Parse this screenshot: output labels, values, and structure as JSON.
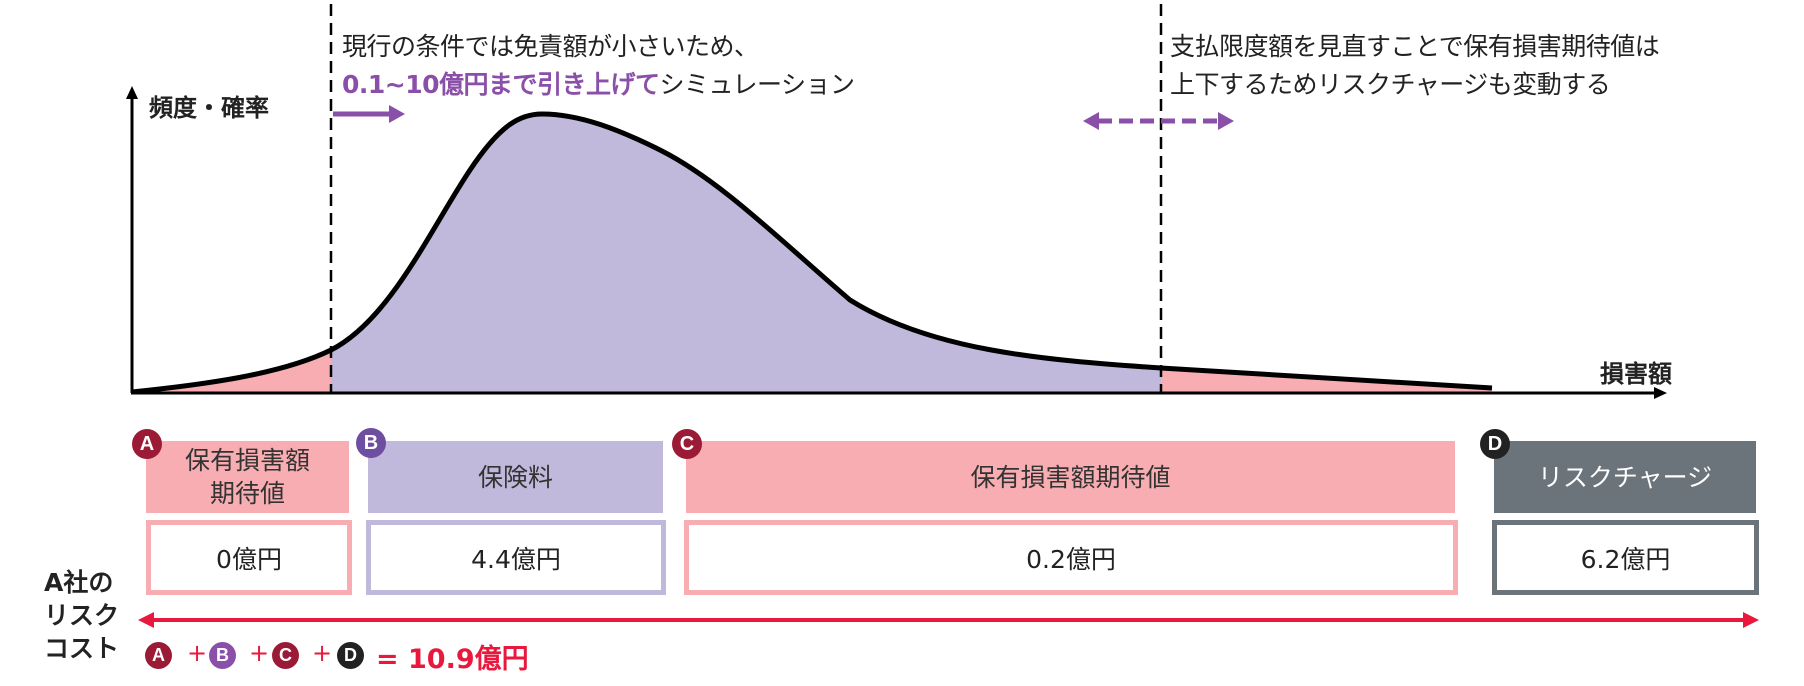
{
  "chart_data": {
    "type": "area",
    "title": "",
    "xlabel": "損害額",
    "ylabel": "頻度・確率",
    "description": "Right-skewed loss distribution curve split by deductible (left dashed line) and payment limit (right dashed line)",
    "regions": [
      {
        "name": "保有損害額期待値 (below deductible)",
        "color": "#f7adb2",
        "x_range": [
          "0",
          "deductible"
        ]
      },
      {
        "name": "保険料 (insured layer)",
        "color": "#c0b9db",
        "x_range": [
          "deductible",
          "limit"
        ]
      },
      {
        "name": "保有損害額期待値 (above limit)",
        "color": "#f7adb2",
        "x_range": [
          "limit",
          "tail"
        ]
      }
    ],
    "markers": [
      {
        "name": "deductible",
        "style": "dashed",
        "annotation": "現行の条件では免責額が小さいため、0.1~10億円まで引き上げてシミュレーション"
      },
      {
        "name": "limit",
        "style": "dashed",
        "annotation": "支払限度額を見直すことで保有損害期待値は上下するためリスクチャージも変動する"
      }
    ],
    "grid": false
  },
  "annotations": {
    "left": {
      "line1": "現行の条件では免責額が小さいため、",
      "line2_highlight": "0.1~10億円まで引き上げて",
      "line2_rest": "シミュレーション"
    },
    "right": {
      "line1": "支払限度額を見直すことで保有損害期待値は",
      "line2": "上下するためリスクチャージも変動する"
    }
  },
  "axes": {
    "y_label": "頻度・確率",
    "x_label": "損害額"
  },
  "components": [
    {
      "badge": "A",
      "badge_color": "#9b1b36",
      "header_line1": "保有損害額",
      "header_line2": "期待値",
      "header_color": "#f7adb2",
      "value": "0億円"
    },
    {
      "badge": "B",
      "badge_color": "#6e4ea0",
      "header_line1": "保険料",
      "header_line2": "",
      "header_color": "#c0b9db",
      "value": "4.4億円"
    },
    {
      "badge": "C",
      "badge_color": "#9b1b36",
      "header_line1": "保有損害額期待値",
      "header_line2": "",
      "header_color": "#f7adb2",
      "value": "0.2億円"
    },
    {
      "badge": "D",
      "badge_color": "#222222",
      "header_line1": "リスクチャージ",
      "header_line2": "",
      "header_color": "#6b747a",
      "value": "6.2億円"
    }
  ],
  "risk_cost": {
    "label_line1": "A社の",
    "label_line2": "リスク",
    "label_line3": "コスト",
    "formula": {
      "terms": [
        "A",
        "B",
        "C",
        "D"
      ],
      "plus": "+",
      "result": "= 10.9億円"
    }
  },
  "colors": {
    "pink": "#f7adb2",
    "lavender": "#c0b9db",
    "gray": "#6b747a",
    "purple_accent": "#8a4fa8",
    "red_accent": "#e8193c"
  }
}
